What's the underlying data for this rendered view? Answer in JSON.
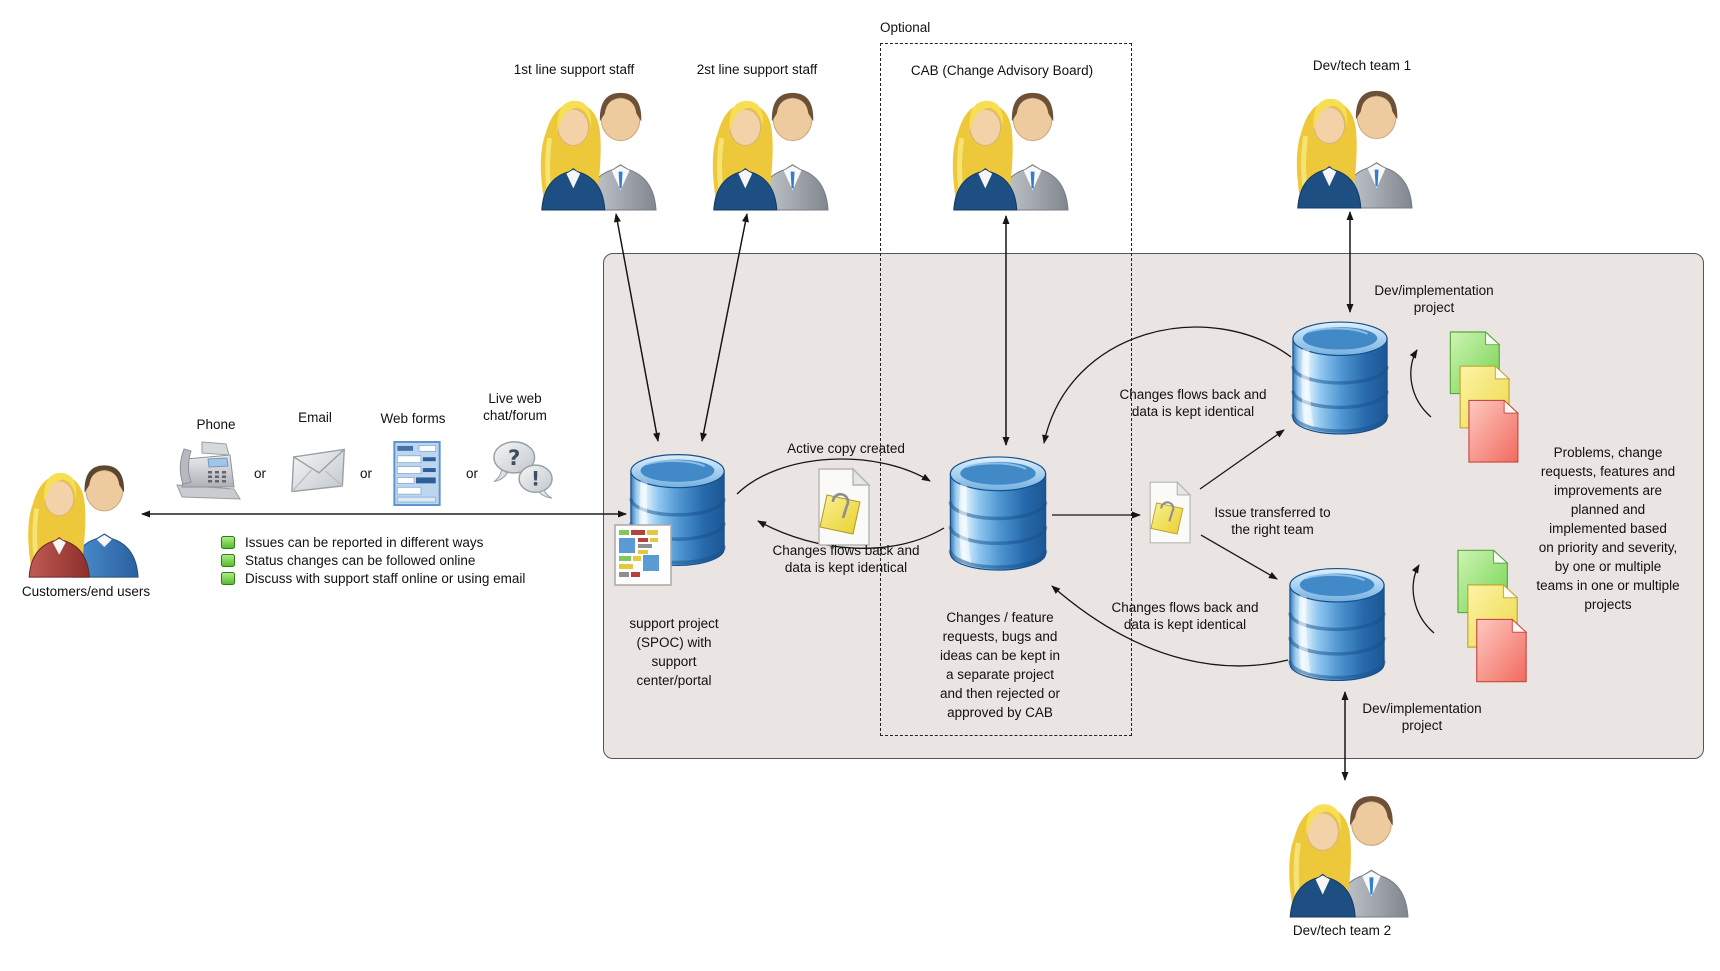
{
  "optional_group": {
    "label": "Optional"
  },
  "actors": {
    "customers": {
      "label": "Customers/end users"
    },
    "first_line_support": {
      "label": "1st line support staff"
    },
    "second_line_support": {
      "label": "2st line support staff"
    },
    "cab": {
      "label": "CAB (Change Advisory Board)"
    },
    "dev_team_1": {
      "label": "Dev/tech team 1"
    },
    "dev_team_2": {
      "label": "Dev/tech team 2"
    }
  },
  "channels": {
    "phone": "Phone",
    "email": "Email",
    "web_forms": "Web forms",
    "live_chat": "Live web\nchat/forum",
    "separator": "or"
  },
  "customer_benefits": [
    "Issues can be reported in different ways",
    "Status changes can be followed online",
    "Discuss with support staff online or using email"
  ],
  "nodes": {
    "support_project": {
      "label": "support project\n(SPOC) with\nsupport\ncenter/portal"
    },
    "changes_project": {
      "label": "Changes / feature\nrequests, bugs and\nideas can be kept in\na separate project\nand then rejected or\napproved by CAB"
    },
    "dev_project_top": {
      "label": "Dev/implementation\nproject"
    },
    "dev_project_bottom": {
      "label": "Dev/implementation\nproject"
    }
  },
  "flow_labels": {
    "active_copy": "Active copy created",
    "changes_flow_back_support": "Changes flows back and\ndata is kept identical",
    "changes_flow_back_top": "Changes flows back and\ndata is kept identical",
    "changes_flow_back_bottom": "Changes flows back and\ndata is kept identical",
    "issue_transferred": "Issue transferred to\nthe right team"
  },
  "planning_note": "Problems, change\nrequests, features and\nimprovements are\nplanned and\nimplemented based\non priority and severity,\nby one or multiple\nteams in one or multiple\nprojects",
  "icons": {
    "chat_question": "?",
    "chat_exclamation": "!"
  },
  "colors": {
    "canvas_background": "#ffffff",
    "main_box_fill": "#eae5e2",
    "main_box_border": "#555555",
    "dashed_box_border": "#222222",
    "database_blue": "#4e95d1",
    "doc_green": "#74d24f",
    "doc_yellow": "#efd84a",
    "doc_red": "#f26a5e",
    "bullet_green": "#52b92c",
    "sticky_yellow": "#e9cf2e"
  }
}
